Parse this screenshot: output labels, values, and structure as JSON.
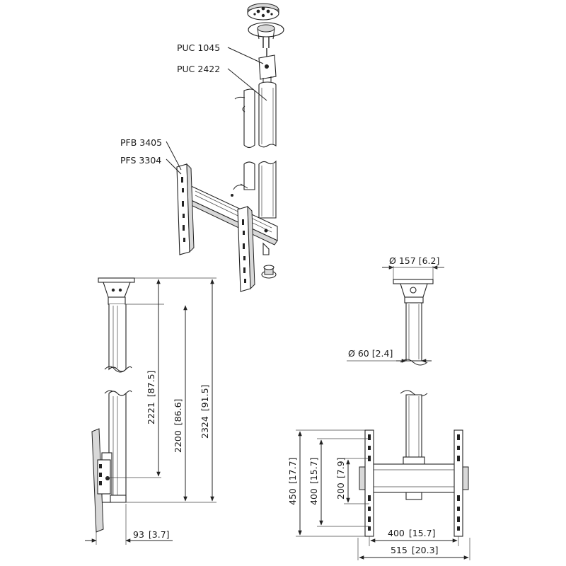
{
  "part_labels": {
    "puc1045": "PUC 1045",
    "puc2422": "PUC 2422",
    "pfb3405": "PFB 3405",
    "pfs3304": "PFS 3304"
  },
  "side_view_dims": {
    "h2221_mm": "2221",
    "h2221_in": "87.5",
    "h2200_mm": "2200",
    "h2200_in": "86.6",
    "h2324_mm": "2324",
    "h2324_in": "91.5",
    "d93_mm": "93",
    "d93_in": "3.7"
  },
  "front_view_dims": {
    "dia157_mm": "157",
    "dia157_in": "6.2",
    "dia60_mm": "60",
    "dia60_in": "2.4",
    "h450_mm": "450",
    "h450_in": "17.7",
    "h400_mm": "400",
    "h400_in": "15.7",
    "h200_mm": "200",
    "h200_in": "7.9",
    "w400_mm": "400",
    "w400_in": "15.7",
    "w515_mm": "515",
    "w515_in": "20.3"
  },
  "symbols": {
    "diameter": "Ø"
  }
}
